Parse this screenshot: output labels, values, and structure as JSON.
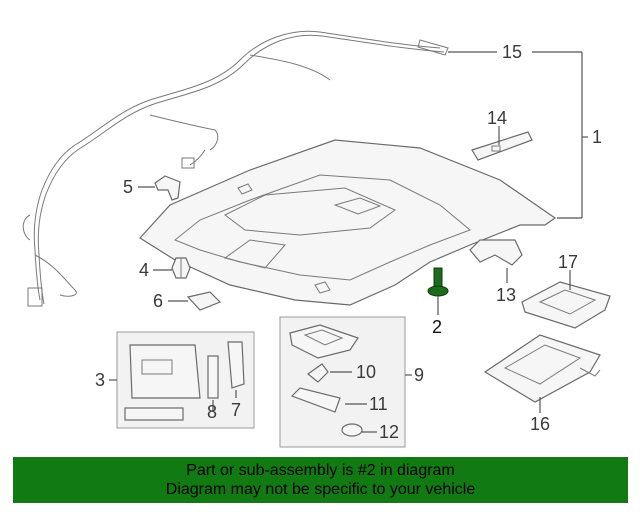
{
  "diagram": {
    "callouts": [
      "1",
      "2",
      "3",
      "4",
      "5",
      "6",
      "7",
      "8",
      "9",
      "10",
      "11",
      "12",
      "13",
      "14",
      "15",
      "16",
      "17"
    ],
    "highlighted_part": "2",
    "highlight_color": "#1c6b1c"
  },
  "footer": {
    "line1": "Part or sub-assembly is #2 in diagram",
    "line2": "Diagram may not be specific to your vehicle",
    "background": "#127a12"
  }
}
